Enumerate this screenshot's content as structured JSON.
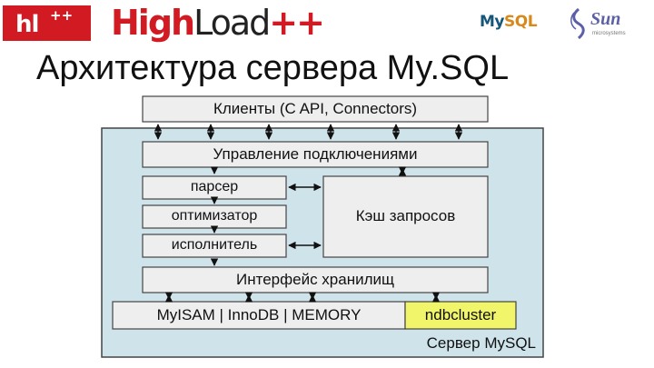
{
  "header": {
    "hl_logo": "hl",
    "hl_logo_plus": "++",
    "brand_high": "High",
    "brand_load": "Load",
    "brand_plus": "++",
    "mysql_logo_a": "My",
    "mysql_logo_b": "SQL",
    "sun_logo": "Sun",
    "sun_logo_sub": "microsystems"
  },
  "title": "Архитектура сервера My.SQL",
  "diagram": {
    "clients": "Клиенты (C API, Connectors)",
    "connection_mgmt": "Управление подключениями",
    "parser": "парсер",
    "optimizer": "оптимизатор",
    "executor": "исполнитель",
    "query_cache": "Кэш запросов",
    "storage_interface": "Интерфейс хранилищ",
    "engines": "MyISAM | InnoDB | MEMORY",
    "ndbcluster": "ndbcluster",
    "server": "Сервер MySQL"
  },
  "colors": {
    "brand_red": "#d21a22",
    "server_bg": "#cfe3ea",
    "box_bg": "#eeeeee",
    "ndb_bg": "#f1f56a"
  }
}
